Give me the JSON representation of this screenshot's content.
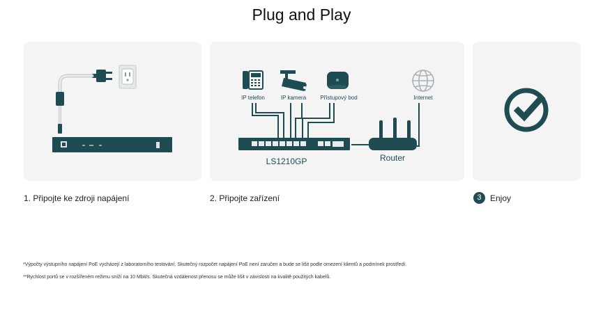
{
  "title": "Plug and Play",
  "steps": [
    {
      "label": "1. Připojte ke zdroji napájení"
    },
    {
      "label": "2. Připojte zařízení"
    },
    {
      "number": "3",
      "label": "Enjoy"
    }
  ],
  "diagram": {
    "devices": {
      "phone": "IP telefon",
      "camera": "IP kamera",
      "access_point": "Přístupový bod",
      "internet": "Internet"
    },
    "switch_model": "LS1210GP",
    "router": "Router"
  },
  "footnotes": [
    "*Výpočty výstupního napájení PoE vycházejí z laboratorního testování. Skutečný rozpočet napájení PoE není zaručen a bude se lišit podle omezení klientů a podmínek prostředí.",
    "**Rychlost portů se v rozšířeném režimu sníží na 10 Mbit/s. Skutečná vzdálenost přenosu se může lišit v závislosti na kvalitě použitých kabelů."
  ],
  "colors": {
    "accent": "#1f4b53",
    "card_bg": "#f4f4f4",
    "icon_light": "#a9b2b5"
  }
}
